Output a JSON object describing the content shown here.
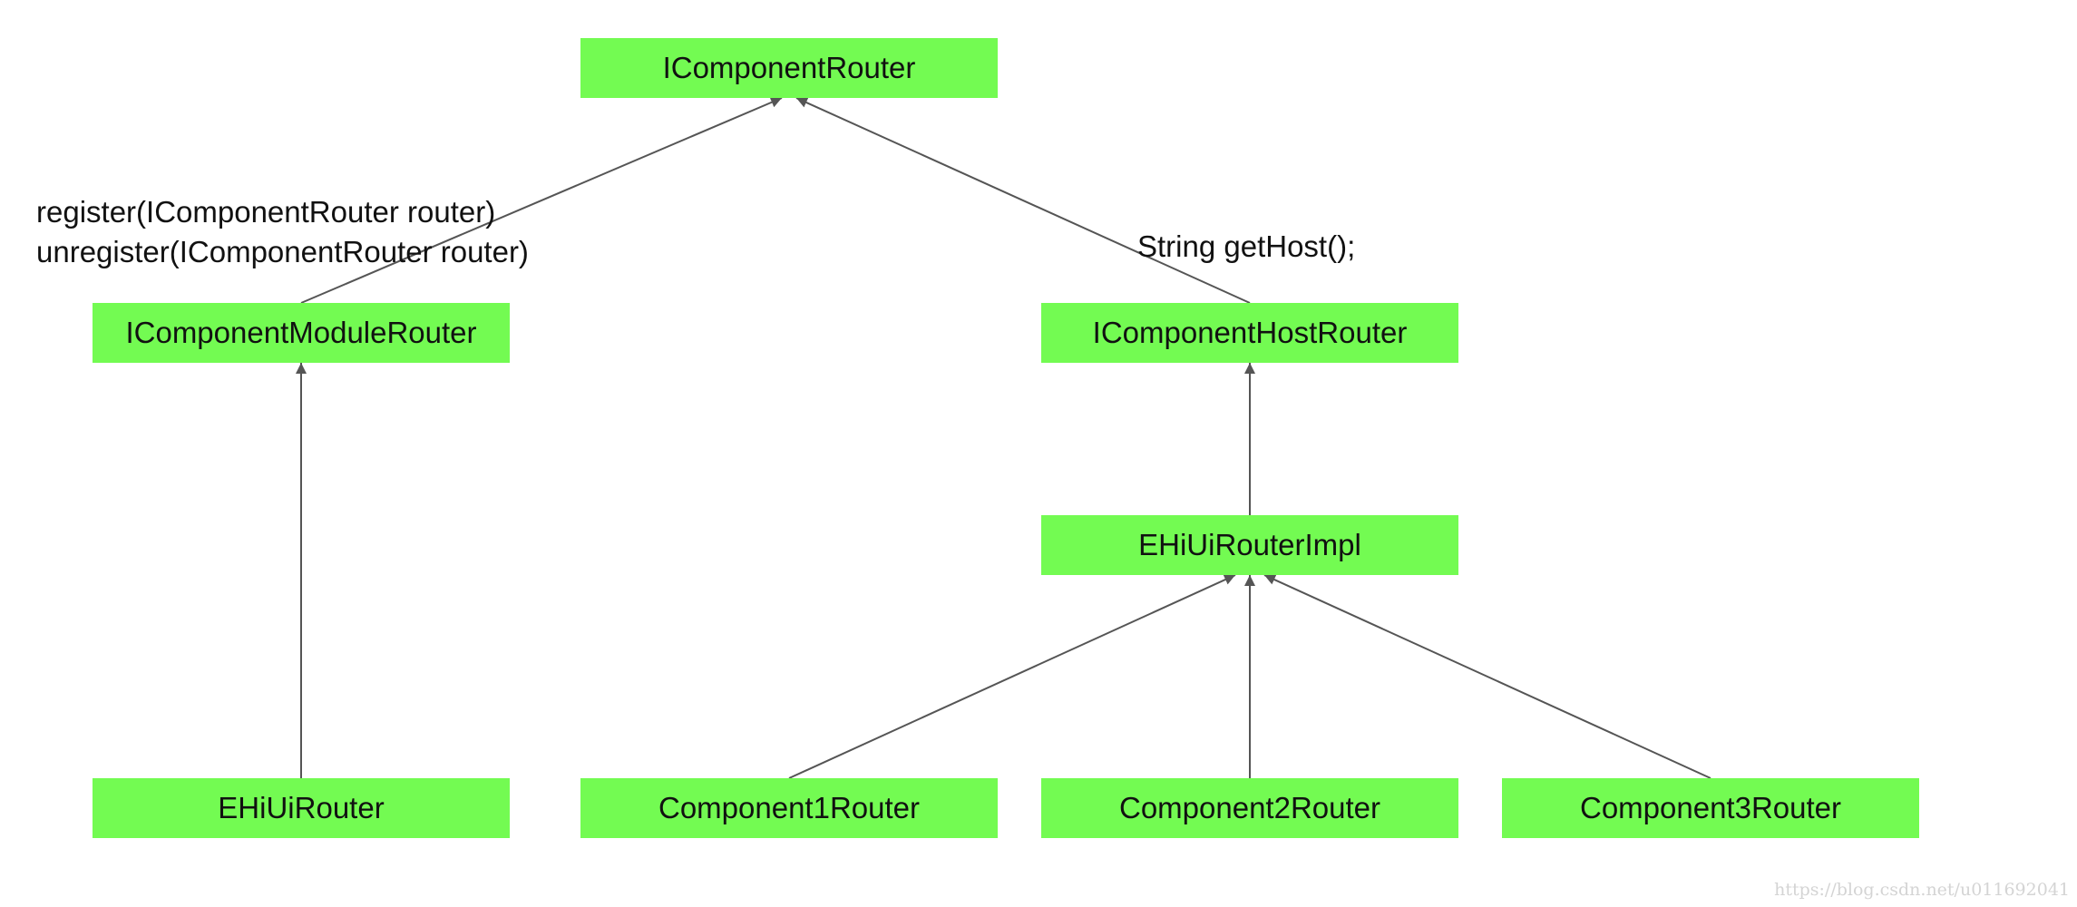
{
  "colors": {
    "box_fill": "#73fb52",
    "edge": "#555555",
    "text": "#111111",
    "watermark": "#d4d4d4"
  },
  "nodes": {
    "icomponent_router": "IComponentRouter",
    "icomponent_module_router": "IComponentModuleRouter",
    "icomponent_host_router": "IComponentHostRouter",
    "ehiui_router_impl": "EHiUiRouterImpl",
    "ehiui_router": "EHiUiRouter",
    "component1_router": "Component1Router",
    "component2_router": "Component2Router",
    "component3_router": "Component3Router"
  },
  "annotations": {
    "module_router_methods": [
      "register(IComponentRouter router)",
      "unregister(IComponentRouter router)"
    ],
    "host_router_method": "String getHost();"
  },
  "edges": [
    {
      "from": "icomponent_module_router",
      "to": "icomponent_router",
      "kind": "inheritance"
    },
    {
      "from": "icomponent_host_router",
      "to": "icomponent_router",
      "kind": "inheritance"
    },
    {
      "from": "ehiui_router",
      "to": "icomponent_module_router",
      "kind": "inheritance"
    },
    {
      "from": "ehiui_router_impl",
      "to": "icomponent_host_router",
      "kind": "inheritance"
    },
    {
      "from": "component1_router",
      "to": "ehiui_router_impl",
      "kind": "inheritance"
    },
    {
      "from": "component2_router",
      "to": "ehiui_router_impl",
      "kind": "inheritance"
    },
    {
      "from": "component3_router",
      "to": "ehiui_router_impl",
      "kind": "inheritance"
    }
  ],
  "watermark": "https://blog.csdn.net/u011692041"
}
